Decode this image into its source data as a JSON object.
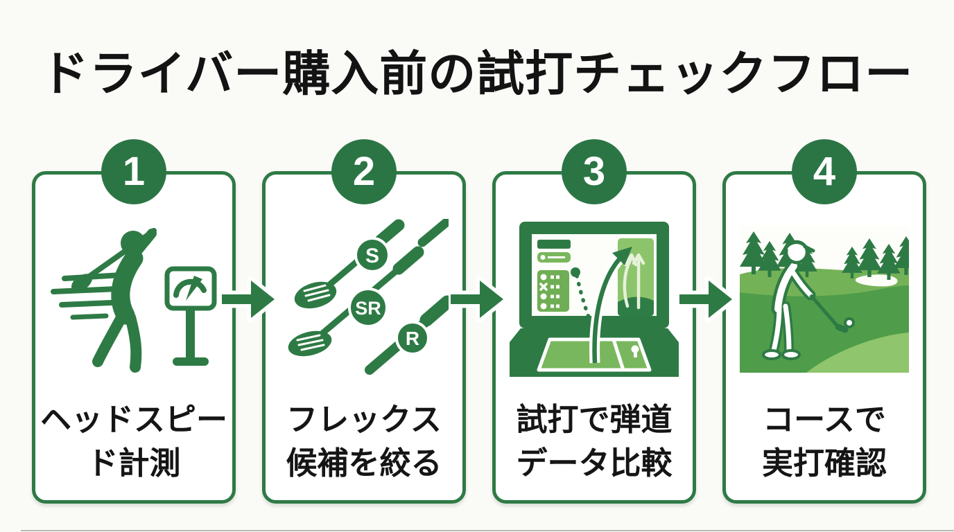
{
  "title": "ドライバー購入前の試打チェックフロー",
  "colors": {
    "accent_green": "#2e7a45",
    "circle_green": "#2b7545",
    "mid_green": "#6fae54",
    "light_green": "#8cc46b",
    "text_black": "#151515",
    "background": "#fafaf7",
    "card_background": "#ffffff"
  },
  "steps": [
    {
      "number": "1",
      "icon": "golf-swing-speed-meter-icon",
      "label_lines": [
        "ヘッドスピー",
        "ド計測"
      ]
    },
    {
      "number": "2",
      "icon": "golf-club-flex-candidates-icon",
      "flex_badges": [
        "S",
        "SR",
        "R"
      ],
      "label_lines": [
        "フレックス",
        "候補を絞る"
      ]
    },
    {
      "number": "3",
      "icon": "launch-monitor-trajectory-icon",
      "label_lines": [
        "試打で弾道",
        "データ比較"
      ]
    },
    {
      "number": "4",
      "icon": "golf-course-play-icon",
      "label_lines": [
        "コースで",
        "実打確認"
      ]
    }
  ],
  "arrow_icon": "right-arrow-icon"
}
